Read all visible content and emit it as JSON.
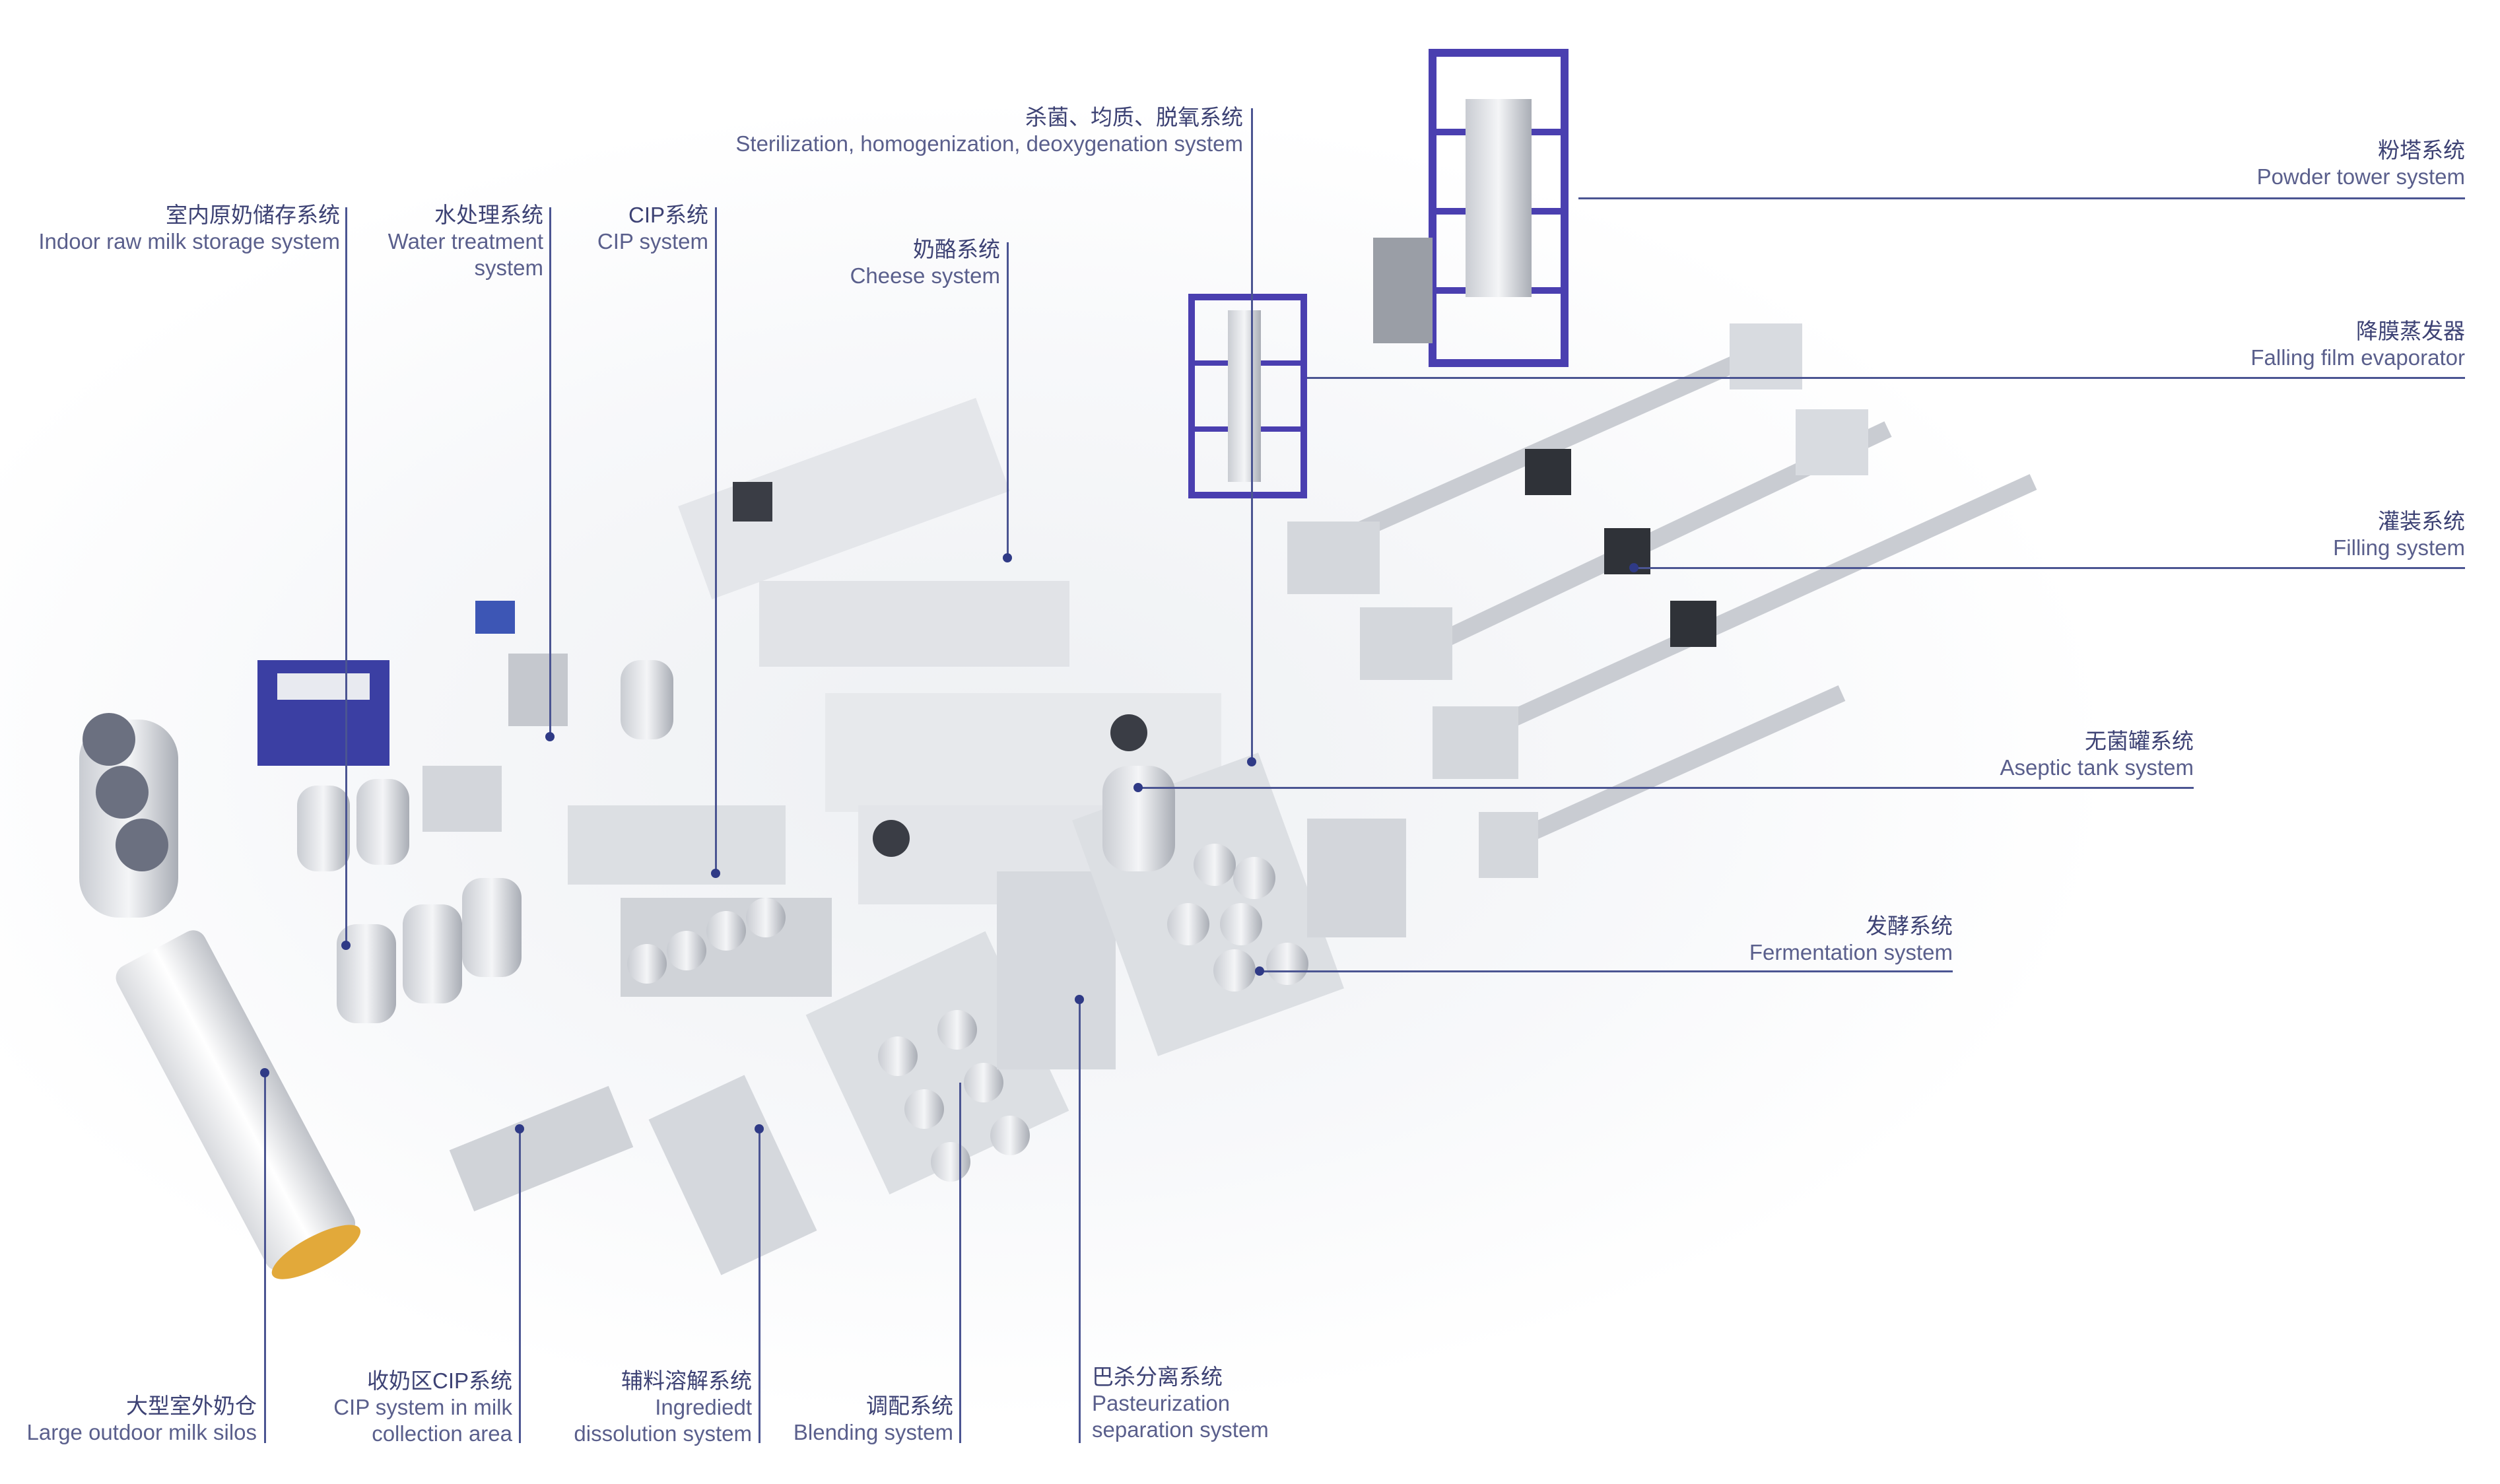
{
  "labels": {
    "indoor_storage": {
      "cn": "室内原奶储存系统",
      "en": "Indoor raw milk storage system"
    },
    "water_treatment": {
      "cn": "水处理系统",
      "en1": "Water treatment",
      "en2": "system"
    },
    "cip": {
      "cn": "CIP系统",
      "en": "CIP system"
    },
    "cheese": {
      "cn": "奶酪系统",
      "en": "Cheese system"
    },
    "sterilization": {
      "cn": "杀菌、均质、脱氧系统",
      "en": "Sterilization, homogenization, deoxygenation system"
    },
    "powder_tower": {
      "cn": "粉塔系统",
      "en": "Powder tower system"
    },
    "falling_film": {
      "cn": "降膜蒸发器",
      "en": "Falling film evaporator"
    },
    "filling": {
      "cn": "灌装系统",
      "en": "Filling system"
    },
    "aseptic_tank": {
      "cn": "无菌罐系统",
      "en": "Aseptic tank system"
    },
    "fermentation": {
      "cn": "发酵系统",
      "en": "Fermentation system"
    },
    "outdoor_silos": {
      "cn": "大型室外奶仓",
      "en": "Large outdoor milk silos"
    },
    "collection_cip": {
      "cn": "收奶区CIP系统",
      "en1": "CIP system in milk",
      "en2": "collection area"
    },
    "ingredient": {
      "cn": "辅料溶解系统",
      "en1": "Ingrediedt",
      "en2": "dissolution system"
    },
    "blending": {
      "cn": "调配系统",
      "en": "Blending system"
    },
    "pasteurization": {
      "cn": "巴杀分离系统",
      "en1": "Pasteurization",
      "en2": "separation system"
    }
  },
  "colors": {
    "line": "#4b5592",
    "dot": "#2f3a86",
    "frame": "#4a3fb0"
  }
}
